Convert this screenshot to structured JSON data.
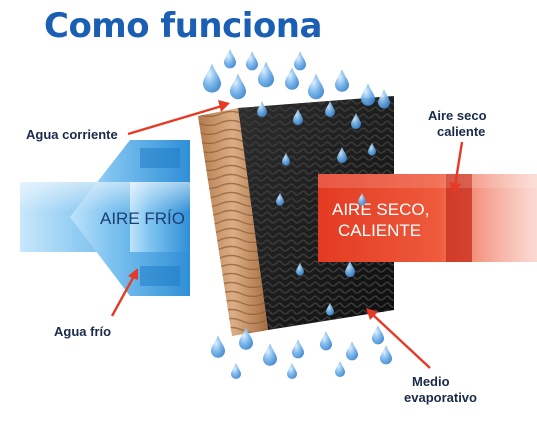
{
  "title": "Como funciona",
  "labels": {
    "agua_corriente": "Agua corriente",
    "agua_frio": "Agua frío",
    "aire_seco_line1": "Aire seco",
    "aire_seco_line2": "caliente",
    "medio_line1": "Medio",
    "medio_line2": "evaporativo",
    "aire_frio_arrow": "AIRE FRÍO",
    "aire_seco_arrow_line1": "AIRE SECO,",
    "aire_seco_arrow_line2": "CALIENTE"
  },
  "colors": {
    "title": "#1a5fb4",
    "label_text": "#1a2a4a",
    "pointer": "#e53a26",
    "cold_air": "#3da1e0",
    "hot_air": "#e8492c",
    "water_drop": "#4a8fd8",
    "pad_front": "#c8956a",
    "pad_body": "#1e1e1e"
  }
}
